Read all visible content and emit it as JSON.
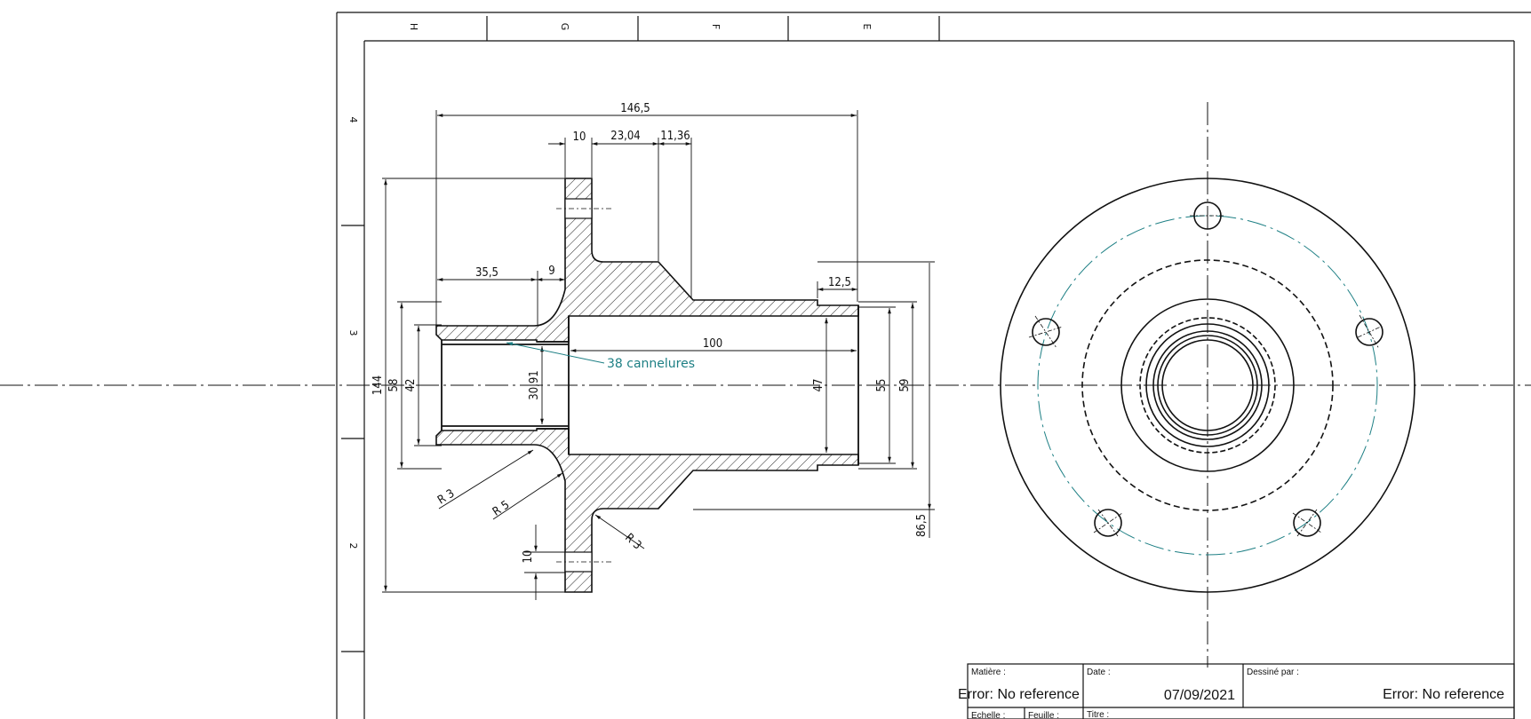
{
  "sheet": {
    "zones_top": [
      "H",
      "G",
      "F",
      "E"
    ],
    "zones_left": [
      "4",
      "3",
      "2"
    ]
  },
  "dimensions": {
    "overall_length": "146,5",
    "flange_thickness": "10",
    "step_1": "23,04",
    "step_2": "11,36",
    "bore_depth_1": "35,5",
    "bore_depth_2": "9",
    "end_length": "12,5",
    "bore_length": "100",
    "dia_144": "144",
    "dia_58": "58",
    "dia_42": "42",
    "dia_30_91": "30,91",
    "dia_47": "47",
    "dia_55": "55",
    "dia_59": "59",
    "radius_86_5": "86,5",
    "hole_10": "10",
    "fillet_r3_a": "R 3",
    "fillet_r5": "R 5",
    "fillet_r3_b": "R 3"
  },
  "annotations": {
    "splines": "38 cannelures"
  },
  "title_block": {
    "material_label": "Matière :",
    "material_value": "Error: No reference",
    "date_label": "Date :",
    "date_value": "07/09/2021",
    "drawn_by_label": "Dessiné par :",
    "drawn_by_value": "Error: No reference",
    "scale_label": "Echelle :",
    "sheet_label": "Feuille :",
    "title_label": "Titre :"
  },
  "colors": {
    "line": "#111111",
    "pitch_circle": "#1d7f84",
    "annotation": "#1d7f84"
  }
}
